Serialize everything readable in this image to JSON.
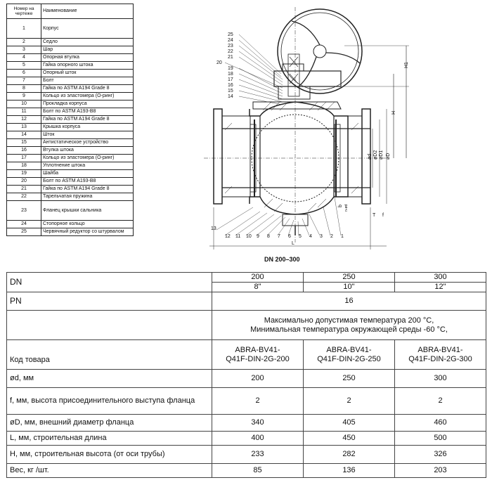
{
  "parts_table": {
    "header_num": "Номер на чертеже",
    "header_name": "Наименование",
    "rows": [
      {
        "num": "1",
        "name": "Корпус"
      },
      {
        "num": "2",
        "name": "Седло"
      },
      {
        "num": "3",
        "name": "Шар"
      },
      {
        "num": "4",
        "name": "Опорная втулка"
      },
      {
        "num": "5",
        "name": "Гайка опорного штока"
      },
      {
        "num": "6",
        "name": "Опорный шток"
      },
      {
        "num": "7",
        "name": "Болт"
      },
      {
        "num": "8",
        "name": "Гайка по ASTM A194 Grade 8"
      },
      {
        "num": "9",
        "name": "Кольцо из эластомера (О-ринг)"
      },
      {
        "num": "10",
        "name": "Прокладка корпуса"
      },
      {
        "num": "11",
        "name": "Болт по ASTM A193-B8"
      },
      {
        "num": "12",
        "name": "Гайка по ASTM A194 Grade 8"
      },
      {
        "num": "13",
        "name": "Крышка корпуса"
      },
      {
        "num": "14",
        "name": "Шток"
      },
      {
        "num": "15",
        "name": "Антистатическое устройство"
      },
      {
        "num": "16",
        "name": "Втулка штока"
      },
      {
        "num": "17",
        "name": "Кольцо из эластомера (О-ринг)"
      },
      {
        "num": "18",
        "name": "Уплотнение штока"
      },
      {
        "num": "19",
        "name": "Шайба"
      },
      {
        "num": "20",
        "name": "Болт по ASTM A193-B8"
      },
      {
        "num": "21",
        "name": "Гайка по ASTM A194 Grade 8"
      },
      {
        "num": "22",
        "name": "Тарельчатая пружина"
      },
      {
        "num": "23",
        "name": "Фланец крышки сальника"
      },
      {
        "num": "24",
        "name": "Стопорное кольцо"
      },
      {
        "num": "25",
        "name": "Червячный редуктор со штурвалом"
      }
    ]
  },
  "drawing": {
    "caption": "DN 200–300",
    "labels_left_top": [
      "25",
      "24",
      "23",
      "22",
      "21",
      "20",
      "19",
      "18",
      "17",
      "16",
      "15",
      "14"
    ],
    "labels_bottom": [
      "13",
      "12",
      "11",
      "10",
      "9",
      "8",
      "7",
      "6",
      "5",
      "4",
      "3",
      "2",
      "1"
    ],
    "dim_labels": {
      "H1": "H1",
      "H": "H",
      "d": "ød",
      "D2": "øD2",
      "D1": "øD1",
      "D": "øD",
      "L": "L",
      "T": "T",
      "f": "f",
      "b": "b",
      "n": "n-ød"
    }
  },
  "spec_table": {
    "dn_label": "DN",
    "dn_mm": [
      "200",
      "250",
      "300"
    ],
    "dn_inch": [
      "8\"",
      "10\"",
      "12\""
    ],
    "pn_label": "PN",
    "pn_value": "16",
    "temp_line1": "Максимально допустимая температура 200 °С,",
    "temp_line2": "Минимальная температура окружающей среды -60 °С,",
    "code_label": "Код товара",
    "codes_line1": [
      "ABRA-BV41-",
      "ABRA-BV41-",
      "ABRA-BV41-"
    ],
    "codes_line2": [
      "Q41F-DIN-2G-200",
      "Q41F-DIN-2G-250",
      "Q41F-DIN-2G-300"
    ],
    "rows": [
      {
        "label": "ød, мм",
        "values": [
          "200",
          "250",
          "300"
        ]
      },
      {
        "label": "f, мм, высота присоединительного выступа фланца",
        "values": [
          "2",
          "2",
          "2"
        ]
      },
      {
        "label": "øD, мм, внешний диаметр фланца",
        "values": [
          "340",
          "405",
          "460"
        ]
      },
      {
        "label": "L, мм, строительная длина",
        "values": [
          "400",
          "450",
          "500"
        ]
      },
      {
        "label": "H, мм, строительная высота (от оси трубы)",
        "values": [
          "233",
          "282",
          "326"
        ]
      },
      {
        "label": "Вес, кг /шт.",
        "values": [
          "85",
          "136",
          "203"
        ]
      }
    ]
  }
}
